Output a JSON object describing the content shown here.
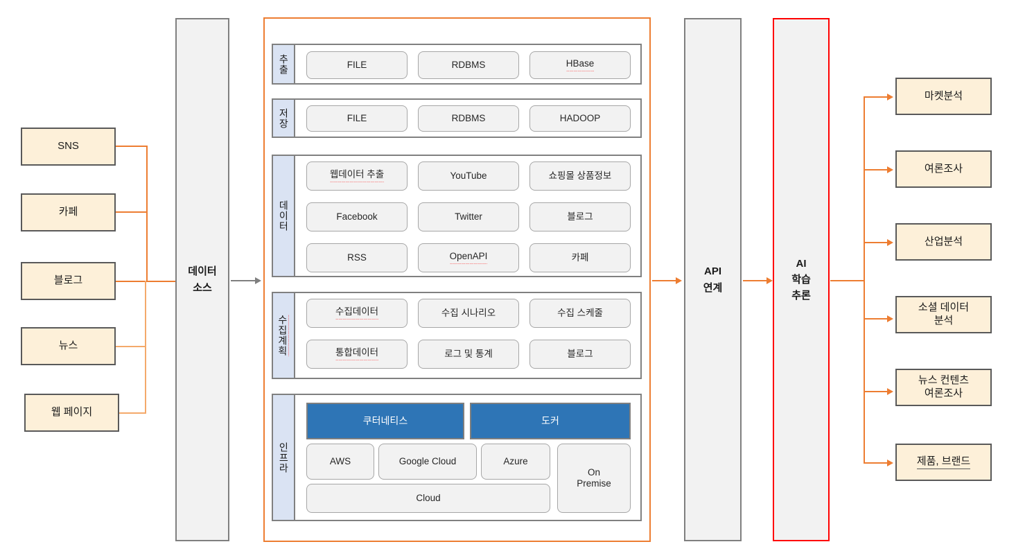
{
  "diagram": {
    "title": "AI data collection and analysis architecture",
    "colors": {
      "accent_orange": "#ED7D31",
      "source_fill": "#FDF0D9",
      "pillar_fill": "#F2F2F2",
      "section_label_fill": "#DAE3F3",
      "highlight_blue": "#2E75B6",
      "ai_border_red": "#FF0000",
      "border_gray": "#595959"
    }
  },
  "sources": {
    "items": [
      {
        "label": "SNS"
      },
      {
        "label": "카페"
      },
      {
        "label": "블로그"
      },
      {
        "label": "뉴스"
      },
      {
        "label": "웹 페이지"
      }
    ]
  },
  "data_source_pillar": {
    "line1": "데이터",
    "line2": "소스"
  },
  "api_pillar": {
    "line1": "API",
    "line2": "연계"
  },
  "ai_pillar": {
    "line1": "AI",
    "line2": "학습",
    "line3": "추론"
  },
  "platform": {
    "sections": [
      {
        "name": "extract",
        "label": "추출",
        "label_squiggly": false,
        "rows": [
          [
            {
              "label": "FILE",
              "squiggly": false,
              "style": "pill"
            },
            {
              "label": "RDBMS",
              "squiggly": false,
              "style": "pill"
            },
            {
              "label": "HBase",
              "squiggly": true,
              "style": "pill"
            }
          ]
        ]
      },
      {
        "name": "storage",
        "label": "저장",
        "label_squiggly": false,
        "rows": [
          [
            {
              "label": "FILE",
              "squiggly": false,
              "style": "pill"
            },
            {
              "label": "RDBMS",
              "squiggly": false,
              "style": "pill"
            },
            {
              "label": "HADOOP",
              "squiggly": false,
              "style": "pill"
            }
          ]
        ]
      },
      {
        "name": "data",
        "label": "데이터",
        "label_squiggly": false,
        "rows": [
          [
            {
              "label": "웹데이터 추출",
              "squiggly": true,
              "style": "pill"
            },
            {
              "label": "YouTube",
              "squiggly": false,
              "style": "pill"
            },
            {
              "label": "쇼핑몰 상품정보",
              "squiggly": false,
              "style": "pill"
            }
          ],
          [
            {
              "label": "Facebook",
              "squiggly": false,
              "style": "pill"
            },
            {
              "label": "Twitter",
              "squiggly": false,
              "style": "pill"
            },
            {
              "label": "블로그",
              "squiggly": false,
              "style": "pill"
            }
          ],
          [
            {
              "label": "RSS",
              "squiggly": false,
              "style": "pill"
            },
            {
              "label": "OpenAPI",
              "squiggly": true,
              "style": "pill"
            },
            {
              "label": "카페",
              "squiggly": false,
              "style": "pill"
            }
          ]
        ]
      },
      {
        "name": "collection-plan",
        "label": "수집계획",
        "label_squiggly": true,
        "rows": [
          [
            {
              "label": "수집데이터",
              "squiggly": true,
              "style": "pill"
            },
            {
              "label": "수집 시나리오",
              "squiggly": false,
              "style": "pill"
            },
            {
              "label": "수집 스케줄",
              "squiggly": false,
              "style": "pill"
            }
          ],
          [
            {
              "label": "통합데이터",
              "squiggly": true,
              "style": "pill"
            },
            {
              "label": "로그 및 통계",
              "squiggly": false,
              "style": "pill"
            },
            {
              "label": "블로그",
              "squiggly": false,
              "style": "pill"
            }
          ]
        ]
      },
      {
        "name": "infra",
        "label": "인프라",
        "label_squiggly": false,
        "rows": []
      }
    ],
    "infra": {
      "containers": [
        {
          "label": "쿠터네티스"
        },
        {
          "label": "도커"
        }
      ],
      "clouds": [
        {
          "label": "AWS"
        },
        {
          "label": "Google Cloud"
        },
        {
          "label": "Azure"
        }
      ],
      "cloud_bar": {
        "label": "Cloud"
      },
      "on_premise": {
        "line1": "On",
        "line2": "Premise"
      }
    }
  },
  "outputs": {
    "items": [
      {
        "line1": "마켓분석",
        "line2": "",
        "underline": false
      },
      {
        "line1": "여론조사",
        "line2": "",
        "underline": false
      },
      {
        "line1": "산업분석",
        "line2": "",
        "underline": false
      },
      {
        "line1": "소셜 데이터",
        "line2": "분석",
        "underline": false
      },
      {
        "line1": "뉴스 컨텐츠",
        "line2": "여론조사",
        "underline": false
      },
      {
        "line1": "제품, 브랜드",
        "line2": "",
        "underline": true
      }
    ]
  }
}
